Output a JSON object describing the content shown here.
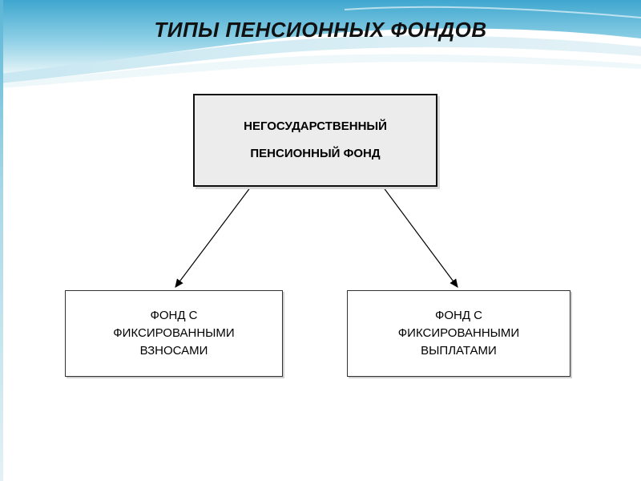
{
  "slide": {
    "title": "ТИПЫ ПЕНСИОННЫХ ФОНДОВ"
  },
  "diagram": {
    "root": {
      "line1": "НЕГОСУДАРСТВЕННЫЙ",
      "line2": "ПЕНСИОННЫЙ ФОНД"
    },
    "children": [
      {
        "line1": "ФОНД С",
        "line2": "ФИКСИРОВАННЫМИ",
        "line3": "ВЗНОСАМИ"
      },
      {
        "line1": "ФОНД С",
        "line2": "ФИКСИРОВАННЫМИ",
        "line3": "ВЫПЛАТАМИ"
      }
    ]
  },
  "colors": {
    "header_wave": "#5bb5d6",
    "header_light": "#cfe9f2",
    "root_fill": "#ececec",
    "border": "#111111"
  }
}
